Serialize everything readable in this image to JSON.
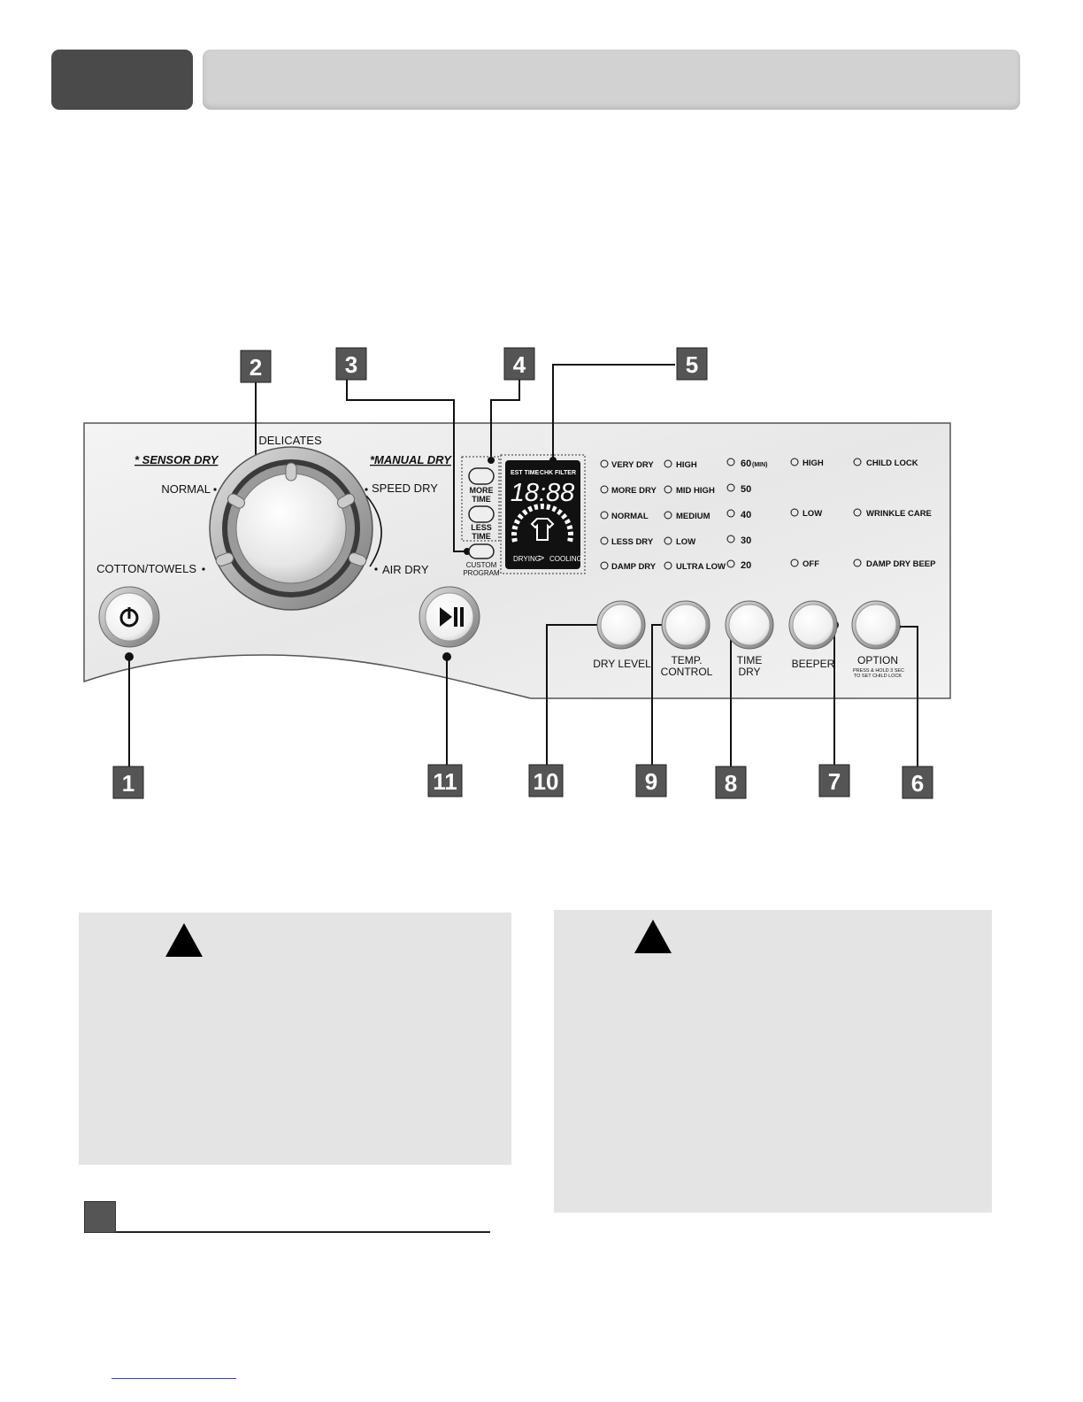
{
  "callouts": [
    "1",
    "2",
    "3",
    "4",
    "5",
    "6",
    "7",
    "8",
    "9",
    "10",
    "11"
  ],
  "panel": {
    "sensor_dry": "* SENSOR DRY",
    "manual_dry": "*MANUAL DRY",
    "cycles": {
      "delicates": "DELICATES",
      "normal": "NORMAL",
      "cotton_towels": "COTTON/TOWELS",
      "speed_dry": "SPEED DRY",
      "air_dry": "AIR DRY"
    },
    "more_time": [
      "MORE",
      "TIME"
    ],
    "less_time": [
      "LESS",
      "TIME"
    ],
    "custom_program": [
      "CUSTOM",
      "PROGRAM"
    ],
    "display": {
      "est_time": "EST TIME",
      "chk_filter": "CHK FILTER",
      "digits": "18:88",
      "drying": "DRYING",
      "arrow": ">",
      "cooling": "COOLING"
    },
    "dry_level": [
      "VERY DRY",
      "MORE DRY",
      "NORMAL",
      "LESS DRY",
      "DAMP DRY"
    ],
    "temp": [
      "HIGH",
      "MID HIGH",
      "MEDIUM",
      "LOW",
      "ULTRA LOW"
    ],
    "time_dry": [
      "60",
      "50",
      "40",
      "30",
      "20"
    ],
    "time_unit": "(MIN)",
    "beeper": [
      "HIGH",
      "LOW",
      "OFF"
    ],
    "option": [
      "CHILD LOCK",
      "WRINKLE CARE",
      "DAMP DRY BEEP"
    ],
    "buttons": {
      "dry_level": [
        "DRY LEVEL"
      ],
      "temp_control": [
        "TEMP.",
        "CONTROL"
      ],
      "time_dry": [
        "TIME",
        "DRY"
      ],
      "beeper": [
        "BEEPER"
      ],
      "option": [
        "OPTION"
      ],
      "option_sub": [
        "PRESS & HOLD 3 SEC",
        "TO SET CHILD LOCK"
      ]
    }
  },
  "colors": {
    "header_tab": "#4a4a4a",
    "header_bar": "#d2d2d2",
    "caution_box": "#e4e4e4",
    "callout_box": "#555555"
  }
}
